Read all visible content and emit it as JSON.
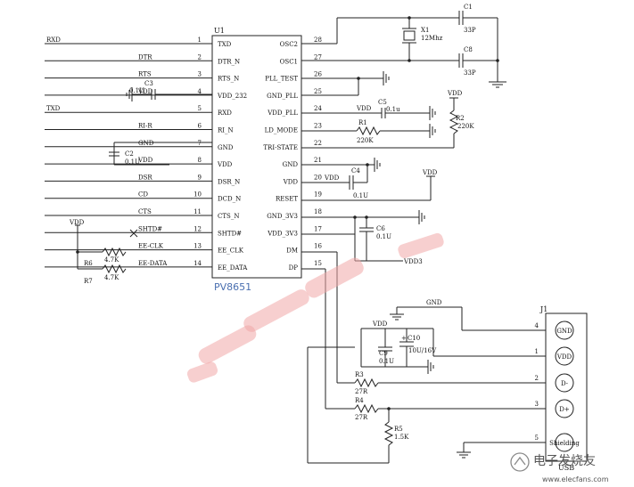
{
  "chip": {
    "ref": "U1",
    "part": "PV8651",
    "left_pins": [
      {
        "num": "1",
        "name": "TXD",
        "net": "RXD"
      },
      {
        "num": "2",
        "name": "DTR_N",
        "net": "DTR"
      },
      {
        "num": "3",
        "name": "RTS_N",
        "net": "RTS"
      },
      {
        "num": "4",
        "name": "VDD_232",
        "net": "VDD"
      },
      {
        "num": "5",
        "name": "RXD",
        "net": "TXD"
      },
      {
        "num": "6",
        "name": "RI_N",
        "net": "RI-R"
      },
      {
        "num": "7",
        "name": "GND",
        "net": "GND"
      },
      {
        "num": "8",
        "name": "VDD",
        "net": "VDD"
      },
      {
        "num": "9",
        "name": "DSR_N",
        "net": "DSR"
      },
      {
        "num": "10",
        "name": "DCD_N",
        "net": "CD"
      },
      {
        "num": "11",
        "name": "CTS_N",
        "net": "CTS"
      },
      {
        "num": "12",
        "name": "SHTD#",
        "net": "SHTD#"
      },
      {
        "num": "13",
        "name": "EE_CLK",
        "net": "EE-CLK"
      },
      {
        "num": "14",
        "name": "EE_DATA",
        "net": "EE-DATA"
      }
    ],
    "right_pins": [
      {
        "num": "28",
        "name": "OSC2"
      },
      {
        "num": "27",
        "name": "OSC1"
      },
      {
        "num": "26",
        "name": "PLL_TEST"
      },
      {
        "num": "25",
        "name": "GND_PLL"
      },
      {
        "num": "24",
        "name": "VDD_PLL"
      },
      {
        "num": "23",
        "name": "LD_MODE"
      },
      {
        "num": "22",
        "name": "TRI-STATE"
      },
      {
        "num": "21",
        "name": "GND"
      },
      {
        "num": "20",
        "name": "VDD"
      },
      {
        "num": "19",
        "name": "RESET"
      },
      {
        "num": "18",
        "name": "GND_3V3"
      },
      {
        "num": "17",
        "name": "VDD_3V3"
      },
      {
        "num": "16",
        "name": "DM"
      },
      {
        "num": "15",
        "name": "DP"
      }
    ]
  },
  "labels": {
    "x1": "X1",
    "x1_val": "12Mhz",
    "c1": "C1",
    "c1_val": "33P",
    "c8": "C8",
    "c8_val": "33P",
    "c3": "C3",
    "c3_val": "0.1U",
    "c2": "C2",
    "c2_val": "0.1U",
    "c5": "C5",
    "c5_val": "0.1u",
    "c4": "C4",
    "c4_val": "0.1U",
    "c6": "C6",
    "c6_val": "0.1U",
    "c9": "C9",
    "c9_val": "0.1U",
    "c10": "C10",
    "c10_val": "10U/16V",
    "r1": "R1",
    "r1_val": "220K",
    "r2": "R2",
    "r2_val": "220K",
    "r3": "R3",
    "r3_val": "27R",
    "r4": "R4",
    "r4_val": "27R",
    "r5": "R5",
    "r5_val": "1.5K",
    "r6": "R6",
    "r6_val": "4.7K",
    "r7": "R7",
    "r7_val": "4.7K",
    "vdd": "VDD",
    "gnd": "GND",
    "vdd3": "VDD3",
    "j1": "J1",
    "usb": "USB",
    "plus": "+"
  },
  "usb_pins": [
    {
      "num": "4",
      "name": "GND"
    },
    {
      "num": "1",
      "name": "VDD"
    },
    {
      "num": "2",
      "name": "D-"
    },
    {
      "num": "3",
      "name": "D+"
    },
    {
      "num": "5",
      "name": "Shielding"
    }
  ],
  "watermark": {
    "logo_text": "电子发烧友",
    "site": "www.elecfans.com"
  }
}
